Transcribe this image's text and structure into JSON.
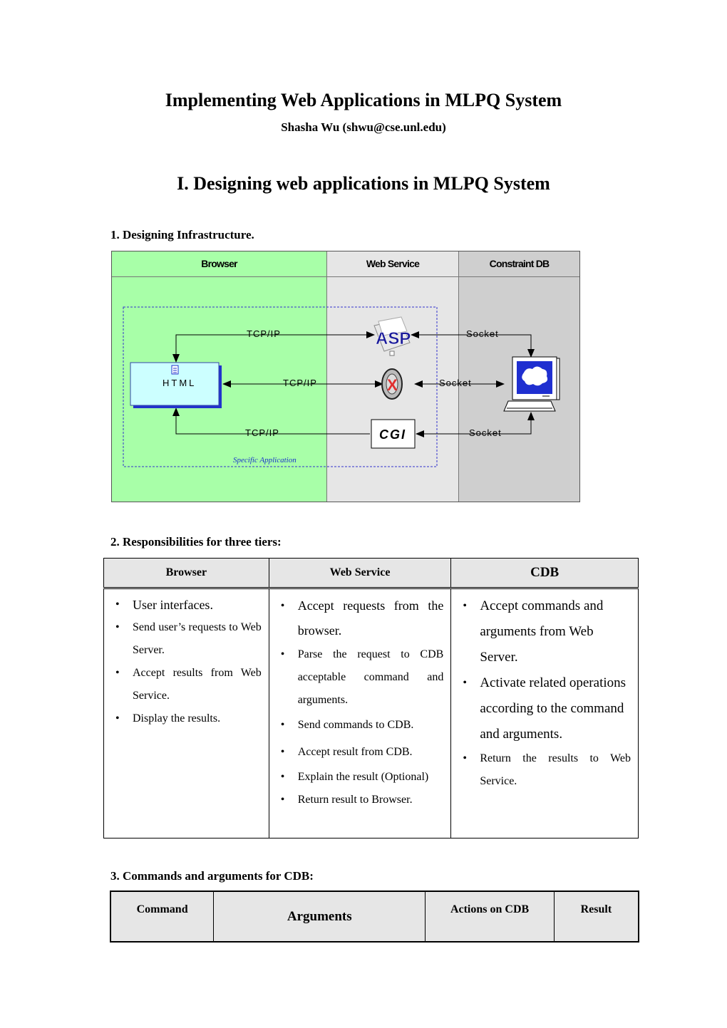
{
  "title": "Implementing Web Applications in MLPQ System",
  "author": "Shasha Wu (shwu@cse.unl.edu)",
  "section1": "I. Designing web applications in MLPQ System",
  "sub1": "1. Designing Infrastructure.",
  "diagram": {
    "columns": [
      "Browser",
      "Web Service",
      "Constraint DB"
    ],
    "html_label": "HTML",
    "tcp_labels": [
      "TCP/IP",
      "TCP/IP",
      "TCP/IP"
    ],
    "socket_labels": [
      "Socket",
      "Socket",
      "Socket"
    ],
    "asp_label": "ASP",
    "cgi_label": "CGI",
    "specific_label": "Specific Application",
    "colors": {
      "browser": "#a8ffa8",
      "web": "#e6e6e6",
      "cdb": "#cfcfcf",
      "html_box": "#ccffff",
      "dashed": "#3333cc",
      "monitor_screen": "#1f2fd0"
    }
  },
  "sub2": "2. Responsibilities for three tiers:",
  "resp": {
    "headers": [
      "Browser",
      "Web Service",
      "CDB"
    ],
    "browser": [
      "User interfaces.",
      "Send user’s requests to Web Server.",
      "Accept results from Web Service.",
      "Display the results."
    ],
    "web": [
      "Accept requests from the browser.",
      "Parse the request to CDB acceptable command and arguments.",
      "Send commands to CDB.",
      "Accept result from CDB.",
      "Explain the result (Optional)",
      "Return result to Browser."
    ],
    "cdb": [
      "Accept commands and arguments from Web Server.",
      "Activate related operations according to the command and arguments.",
      "Return the results to Web Service."
    ]
  },
  "sub3": "3. Commands and arguments for CDB:",
  "cmd": {
    "headers": [
      "Command",
      "Arguments",
      "Actions on CDB",
      "Result"
    ]
  }
}
